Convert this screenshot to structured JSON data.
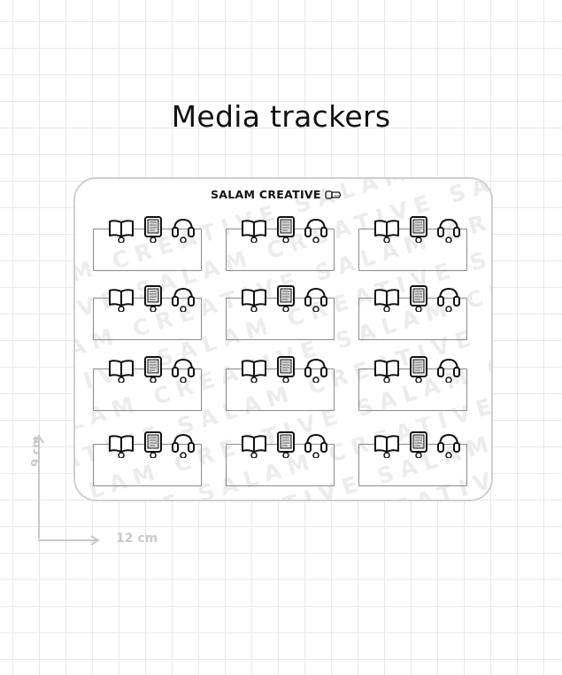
{
  "title": "Media trackers",
  "brand": "SALAM CREATIVE",
  "watermark_text": "SALAM CREATIVE",
  "icons": [
    "book-icon",
    "tablet-icon",
    "headphones-icon"
  ],
  "dimensions": {
    "height_label": "9 cm",
    "width_label": "12 cm"
  },
  "colors": {
    "grid": "#e8e8e8",
    "sheet_border": "#cfcfcf",
    "box_border": "#8a8a8a",
    "dimension": "#c9c9c9"
  }
}
